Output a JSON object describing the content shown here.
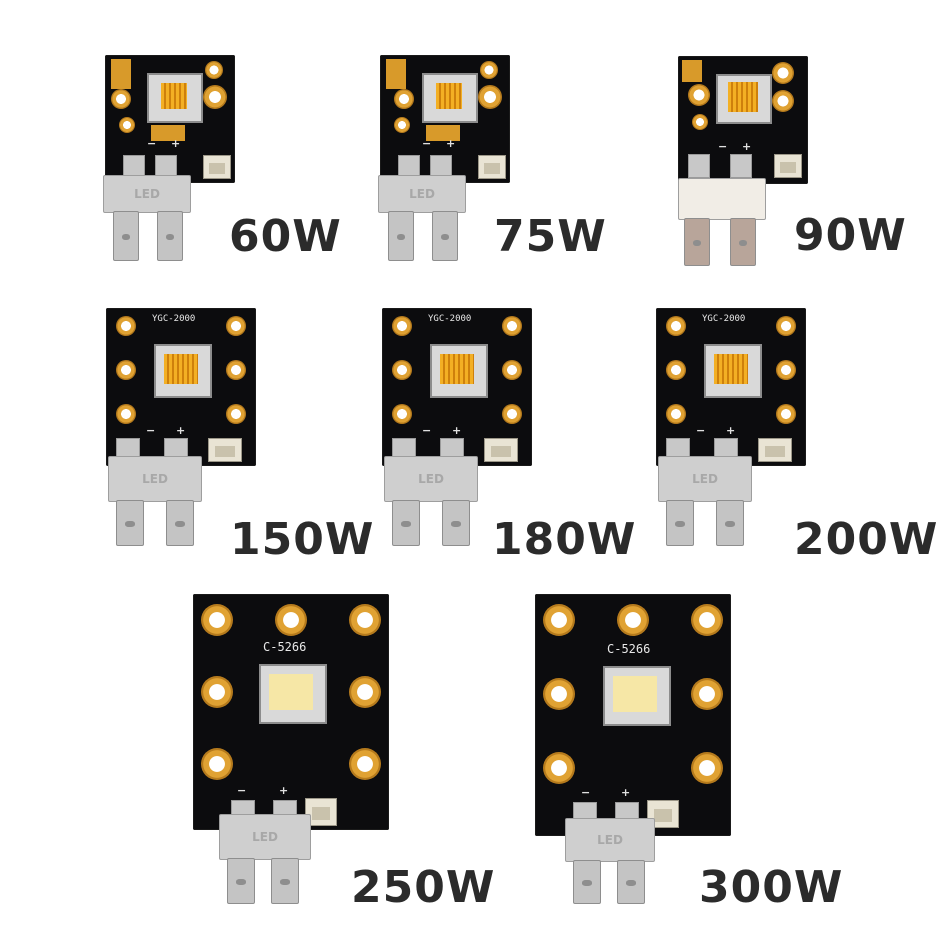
{
  "modules": [
    {
      "watt_label": "60W",
      "housing_label": "LED"
    },
    {
      "watt_label": "75W",
      "housing_label": "LED"
    },
    {
      "watt_label": "90W",
      "housing_label": ""
    },
    {
      "watt_label": "150W",
      "housing_label": "LED",
      "silk_label": "YGC-2000"
    },
    {
      "watt_label": "180W",
      "housing_label": "LED",
      "silk_label": "YGC-2000"
    },
    {
      "watt_label": "200W",
      "housing_label": "LED",
      "silk_label": "YGC-2000"
    },
    {
      "watt_label": "250W",
      "housing_label": "LED",
      "silk_label": "C-5266"
    },
    {
      "watt_label": "300W",
      "housing_label": "LED",
      "silk_label": "C-5266"
    }
  ],
  "polarity": {
    "minus": "−",
    "plus": "+"
  },
  "colors": {
    "pcb": "#0c0c0e",
    "gold_pad": "#d89a2a",
    "led_yellow": "#f3c54b",
    "label_text": "#2b2b2b"
  }
}
